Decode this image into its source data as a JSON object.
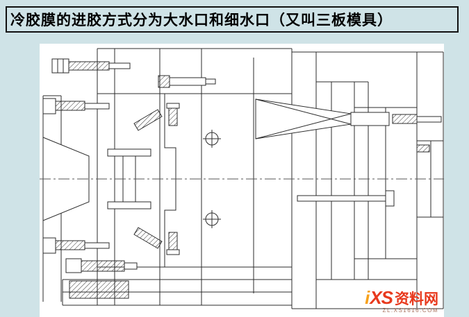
{
  "title": {
    "text": "冷胶膜的进胶方式分为大水口和细水口（又叫三板模具）"
  },
  "diagram": {
    "description": "three-plate injection mold cross-section engineering drawing"
  },
  "watermark": {
    "logo_i": "i",
    "logo_xs": "XS",
    "brand": "资料网",
    "url": "ZL.XS1616.COM"
  },
  "colors": {
    "page_bg": "#cfe3e7",
    "canvas_bg": "#ffffff",
    "line": "#2b2b2b",
    "brand_red": "#e8391d",
    "brand_orange": "#f7a11a"
  }
}
